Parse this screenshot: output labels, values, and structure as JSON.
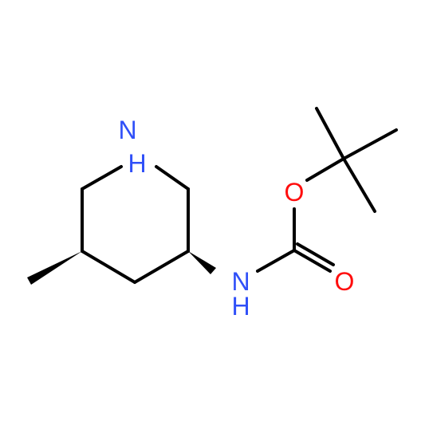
{
  "molecule": {
    "atoms": {
      "ring_n": {
        "label": "N",
        "suffix": "H",
        "color": "#3050F8"
      },
      "amide_n": {
        "label": "N",
        "suffix": "H",
        "color": "#3050F8"
      },
      "ester_o": {
        "label": "O",
        "color": "#FF0D0D"
      },
      "carbonyl_o": {
        "label": "O",
        "color": "#FF0D0D"
      }
    },
    "bond_color": "#000000"
  }
}
